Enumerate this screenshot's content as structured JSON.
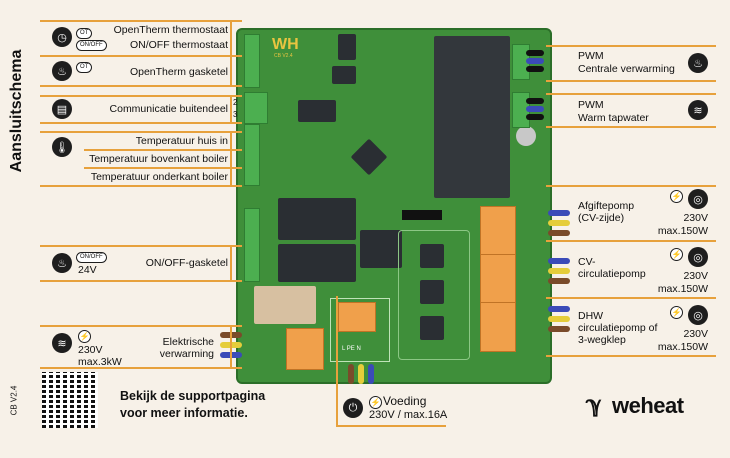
{
  "title": "Aansluitschema",
  "version": "CB V2.4",
  "left_connections": [
    {
      "label_1": "OpenTherm thermostaat",
      "label_2": "ON/OFF thermostaat",
      "badges": [
        "OT",
        "ON/OFF"
      ]
    },
    {
      "label_1": "OpenTherm gasketel",
      "badges": [
        "OT"
      ]
    },
    {
      "label_1": "Communicatie buitendeel",
      "num_1": "2",
      "num_2": "3"
    },
    {
      "label_1": "Temperatuur huis in",
      "label_2": "Temperatuur bovenkant boiler",
      "label_3": "Temperatuur onderkant boiler"
    },
    {
      "label_1": "ON/OFF-gasketel",
      "badge": "ON/OFF",
      "sub": "24V"
    },
    {
      "label_1": "Elektrische",
      "label_2": "verwarming",
      "sub_1": "230V",
      "sub_2": "max.3kW"
    }
  ],
  "right_connections": [
    {
      "label_1": "PWM",
      "label_2": "Centrale verwarming"
    },
    {
      "label_1": "PWM",
      "label_2": "Warm tapwater"
    },
    {
      "label_1": "Afgiftepomp",
      "label_2": "(CV-zijde)",
      "sub_1": "230V",
      "sub_2": "max.150W"
    },
    {
      "label_1": "CV-",
      "label_2": "circulatiepomp",
      "sub_1": "230V",
      "sub_2": "max.150W"
    },
    {
      "label_1": "DHW",
      "label_2": "circulatiepomp of",
      "label_3": "3-wegklep",
      "sub_1": "230V",
      "sub_2": "max.150W"
    }
  ],
  "power": {
    "label": "Voeding",
    "sub": "230V / max.16A",
    "terminals": "L PE N"
  },
  "support": {
    "line_1": "Bekijk de supportpagina",
    "line_2": "voor meer informatie."
  },
  "brand": "weheat",
  "board": {
    "logo": "WH",
    "sub": "CB V2.4"
  }
}
